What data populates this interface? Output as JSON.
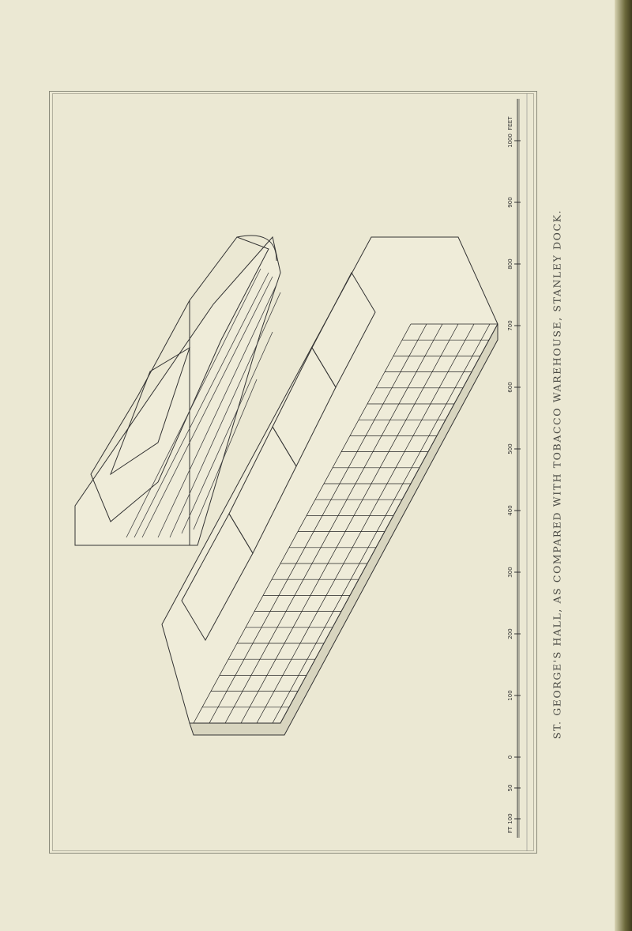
{
  "caption": "ST. GEORGE'S HALL, AS COMPARED WITH TOBACCO WAREHOUSE, STANLEY DOCK.",
  "scale_bar": {
    "unit_start": "FT",
    "unit_end": "FEET",
    "ticks": [
      {
        "value": -100,
        "label": "100"
      },
      {
        "value": -50,
        "label": "50"
      },
      {
        "value": 0,
        "label": "0"
      },
      {
        "value": 100,
        "label": "100"
      },
      {
        "value": 200,
        "label": "200"
      },
      {
        "value": 300,
        "label": "300"
      },
      {
        "value": 400,
        "label": "400"
      },
      {
        "value": 500,
        "label": "500"
      },
      {
        "value": 600,
        "label": "600"
      },
      {
        "value": 700,
        "label": "700"
      },
      {
        "value": 800,
        "label": "800"
      },
      {
        "value": 900,
        "label": "900"
      },
      {
        "value": 1000,
        "label": "1000"
      }
    ]
  },
  "colors": {
    "paper": "#ebe8d3",
    "ink": "#333333"
  }
}
